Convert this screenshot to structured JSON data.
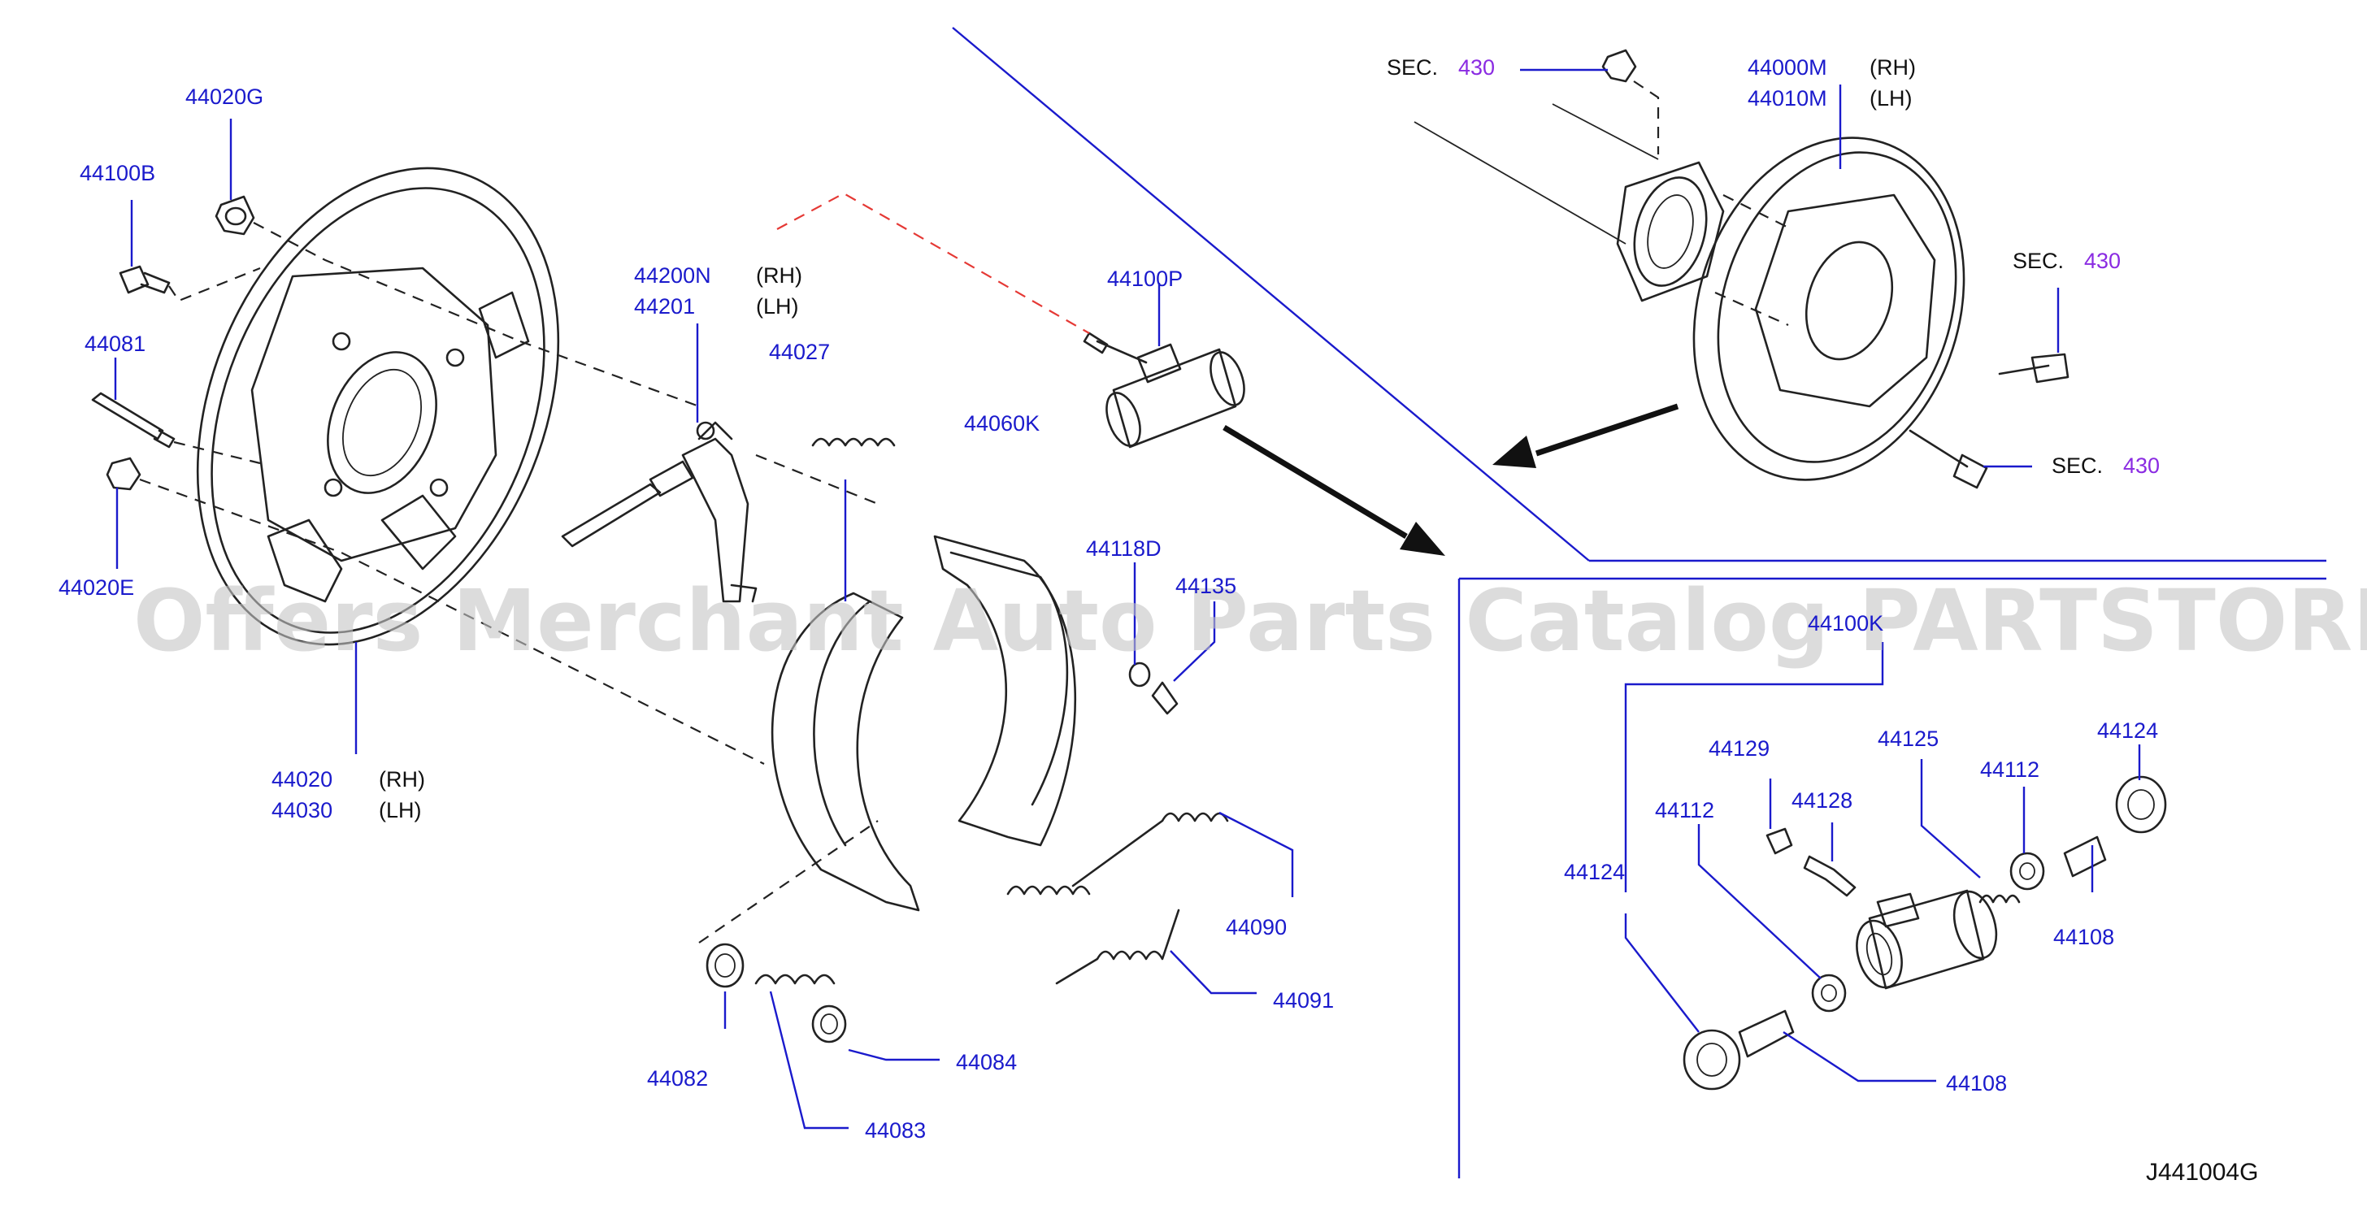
{
  "watermark": "Offers Merchant Auto Parts Catalog PARTSTORE.SA",
  "diagram_code": "J441004G",
  "suffix_rh": "(RH)",
  "suffix_lh": "(LH)",
  "sec_prefix": "SEC.",
  "sec_number": "430",
  "parts": {
    "p44020G": "44020G",
    "p44100B": "44100B",
    "p44081": "44081",
    "p44020E": "44020E",
    "p44020": "44020",
    "p44030": "44030",
    "p44200N": "44200N",
    "p44201": "44201",
    "p44027": "44027",
    "p44100P": "44100P",
    "p44060K": "44060K",
    "p44118D": "44118D",
    "p44135": "44135",
    "p44090": "44090",
    "p44091": "44091",
    "p44082": "44082",
    "p44083": "44083",
    "p44084": "44084",
    "p44000M": "44000M",
    "p44010M": "44010M",
    "p44100K": "44100K",
    "p44129": "44129",
    "p44125": "44125",
    "p44112a": "44112",
    "p44124a": "44124",
    "p44112b": "44112",
    "p44128": "44128",
    "p44124b": "44124",
    "p44108a": "44108",
    "p44108b": "44108"
  }
}
